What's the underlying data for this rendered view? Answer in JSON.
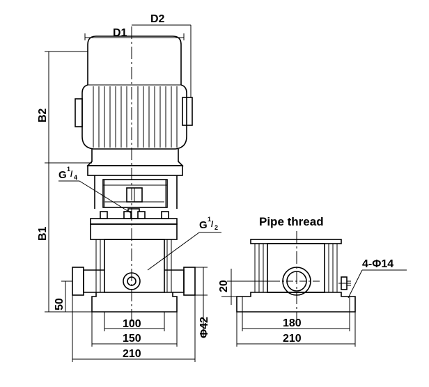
{
  "labels": {
    "d1": "D1",
    "d2": "D2",
    "b1": "B1",
    "b2": "B2",
    "g_quarter_main": "G",
    "g_quarter_num": "1",
    "g_quarter_den": "4",
    "g_half_main": "G",
    "g_half_num": "1",
    "g_half_den": "2",
    "pipe_thread": "Pipe thread",
    "bolt_holes": "4-Φ14"
  },
  "dimensions": {
    "d100": "100",
    "d150": "150",
    "d210_front": "210",
    "d50": "50",
    "d42": "Φ42",
    "d20": "20",
    "d180": "180",
    "d210_side": "210"
  }
}
